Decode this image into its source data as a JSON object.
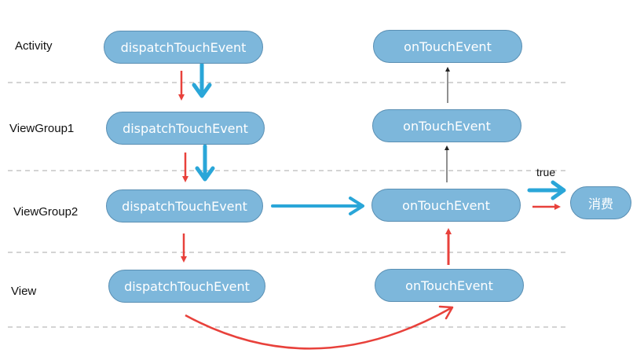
{
  "layers": {
    "activity": "Activity",
    "viewgroup1": "ViewGroup1",
    "viewgroup2": "ViewGroup2",
    "view": "View"
  },
  "nodes": {
    "activity_dispatch": "dispatchTouchEvent",
    "viewgroup1_dispatch": "dispatchTouchEvent",
    "viewgroup2_dispatch": "dispatchTouchEvent",
    "view_dispatch": "dispatchTouchEvent",
    "activity_ontouch": "onTouchEvent",
    "viewgroup1_ontouch": "onTouchEvent",
    "viewgroup2_ontouch": "onTouchEvent",
    "view_ontouch": "onTouchEvent",
    "consume": "消费"
  },
  "edge_labels": {
    "true": "true"
  },
  "colors": {
    "node_fill": "#7db7db",
    "red_arrow": "#e8413b",
    "blue_arrow": "#2aa6d8",
    "black_arrow": "#222222",
    "divider": "#aaaaaa"
  }
}
